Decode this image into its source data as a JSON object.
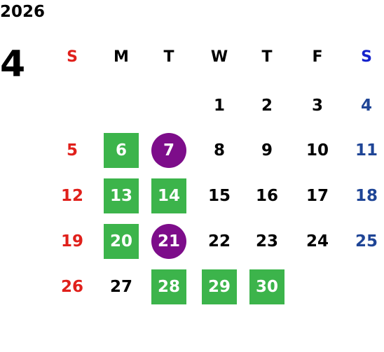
{
  "calendar": {
    "year": "2026",
    "month": "4",
    "weekdays": [
      "S",
      "M",
      "T",
      "W",
      "T",
      "F",
      "S"
    ],
    "weeks": [
      [
        "",
        "",
        "",
        "1",
        "2",
        "3",
        "4"
      ],
      [
        "5",
        "6",
        "7",
        "8",
        "9",
        "10",
        "11"
      ],
      [
        "12",
        "13",
        "14",
        "15",
        "16",
        "17",
        "18"
      ],
      [
        "19",
        "20",
        "21",
        "22",
        "23",
        "24",
        "25"
      ],
      [
        "26",
        "27",
        "28",
        "29",
        "30",
        "",
        ""
      ]
    ],
    "highlight_green": [
      "6",
      "13",
      "14",
      "20",
      "28",
      "29",
      "30"
    ],
    "highlight_purple": [
      "7",
      "21"
    ],
    "colors": {
      "sunday": "#e0201b",
      "saturday": "#1f4596",
      "green_fill": "#3cb44b",
      "purple_fill": "#7d0d8a"
    }
  }
}
